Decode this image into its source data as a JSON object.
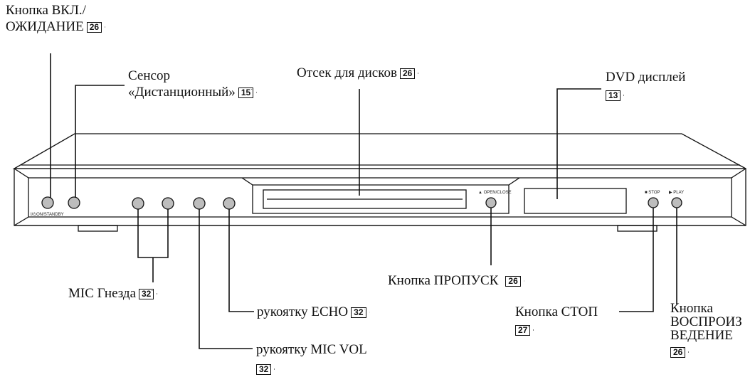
{
  "device": {
    "standby_caption": "I/⏻ON/STANDBY",
    "open_close_caption": "▲ OPEN/CLOSE",
    "stop_caption": "■ STOP",
    "play_caption": "▶ PLAY"
  },
  "labels": {
    "power_line1": "Кнопка ВКЛ./",
    "power_line2": "ОЖИДАНИЕ",
    "power_ref": "26",
    "sensor_line1": "Сенсор",
    "sensor_line2": "«Дистанционный»",
    "sensor_ref": "15",
    "tray": "Отсек для дисков",
    "tray_ref": "26",
    "display_line1": "DVD дисплей",
    "display_ref": "13",
    "mic_jacks": "MIC Гнезда",
    "mic_jacks_ref": "32",
    "echo": "рукоятку ECHO",
    "echo_ref": "32",
    "mic_vol": "рукоятку MIC VOL",
    "mic_vol_ref": "32",
    "skip": "Кнопка ПРОПУСК",
    "skip_ref": "26",
    "stop": "Кнопка СТОП",
    "stop_ref": "27",
    "play_line1": "Кнопка",
    "play_line2": "ВОСПРОИЗ",
    "play_line3": "ВЕДЕНИЕ",
    "play_ref": "26"
  }
}
